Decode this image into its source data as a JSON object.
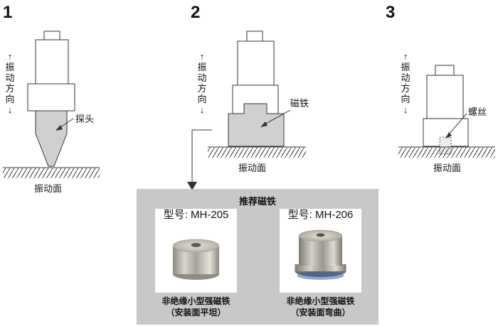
{
  "steps": [
    {
      "number": "1",
      "direction_label": "↑振动方向↓",
      "part_label": "探头",
      "surface_label": "振动面"
    },
    {
      "number": "2",
      "direction_label": "↑振动方向↓",
      "part_label": "磁铁",
      "surface_label": "振动面"
    },
    {
      "number": "3",
      "direction_label": "↑振动方向↓",
      "part_label": "螺丝",
      "surface_label": "振动面"
    }
  ],
  "panel": {
    "title": "推荐磁铁",
    "items": [
      {
        "model": "型号: MH-205",
        "caption_line1": "非绝缘小型强磁铁",
        "caption_line2": "（安装面平坦）"
      },
      {
        "model": "型号: MH-206",
        "caption_line1": "非绝缘小型强磁铁",
        "caption_line2": "（安装面弯曲）"
      }
    ]
  },
  "colors": {
    "panel_bg": "#c8c8c8",
    "block_fill": "#d0d0d0",
    "line": "#333333"
  }
}
